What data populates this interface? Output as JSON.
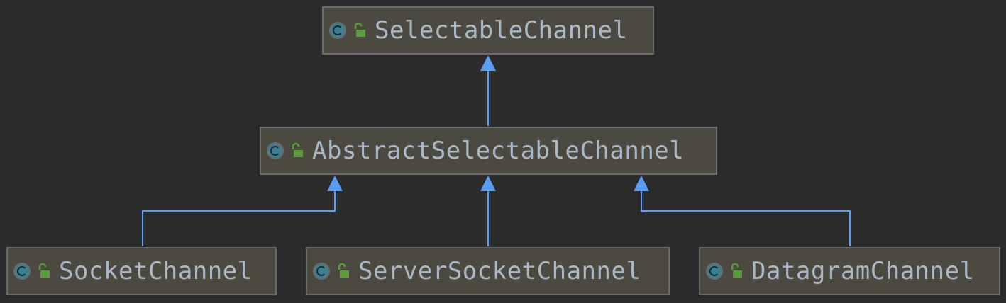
{
  "diagram": {
    "nodes": [
      {
        "id": "selectable",
        "label": "SelectableChannel"
      },
      {
        "id": "abstract",
        "label": "AbstractSelectableChannel"
      },
      {
        "id": "socket",
        "label": "SocketChannel"
      },
      {
        "id": "server",
        "label": "ServerSocketChannel"
      },
      {
        "id": "datagram",
        "label": "DatagramChannel"
      }
    ],
    "edges": [
      {
        "from": "abstract",
        "to": "selectable"
      },
      {
        "from": "socket",
        "to": "abstract"
      },
      {
        "from": "server",
        "to": "abstract"
      },
      {
        "from": "datagram",
        "to": "abstract"
      }
    ],
    "node_icons": [
      "class-icon",
      "public-lock-icon"
    ],
    "colors": {
      "background": "#2b2b2b",
      "node_fill": "#4c4a40",
      "node_border": "#6b6b6b",
      "label": "#a9b7c6",
      "arrow": "#589df6",
      "class_icon": "#3f7d93",
      "lock_icon": "#5a9b3a"
    }
  }
}
